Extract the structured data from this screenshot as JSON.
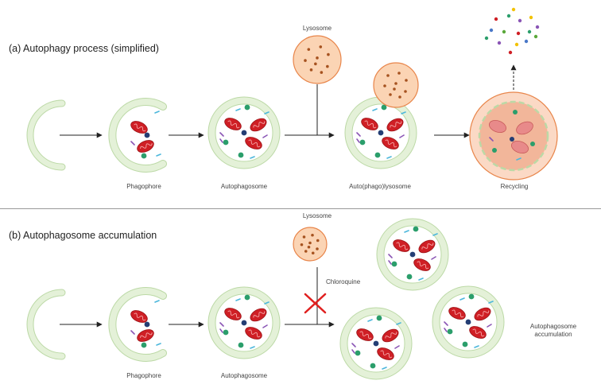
{
  "panel_a": {
    "title": "(a) Autophagy process (simplified)",
    "lysosome_label": "Lysosome",
    "stages": [
      "Phagophore",
      "Autophagosome",
      "Auto(phago)lysosome",
      "Recycling"
    ]
  },
  "panel_b": {
    "title": "(b) Autophagosome accumulation",
    "lysosome_label": "Lysosome",
    "inhibitor_label": "Chloroquine",
    "stages": [
      "Phagophore",
      "Autophagosome"
    ],
    "result_label_line1": "Autophagosome",
    "result_label_line2": "accumulation"
  },
  "colors": {
    "membrane_fill": "#e4f1d8",
    "membrane_stroke": "#bcd9a6",
    "lysosome_fill": "#fbd4b4",
    "lysosome_stroke": "#e8854a",
    "lysosome_dot": "#a6521f",
    "mitochondria": "#cf1f25",
    "nucleus_dot": "#243e74",
    "green_dot": "#2b9e6b",
    "purple_line": "#8a55b5",
    "cyan_line": "#4cb7dc",
    "recycling_inner": "#f2b69a",
    "block_x": "#e0201f",
    "arrow": "#222222"
  }
}
